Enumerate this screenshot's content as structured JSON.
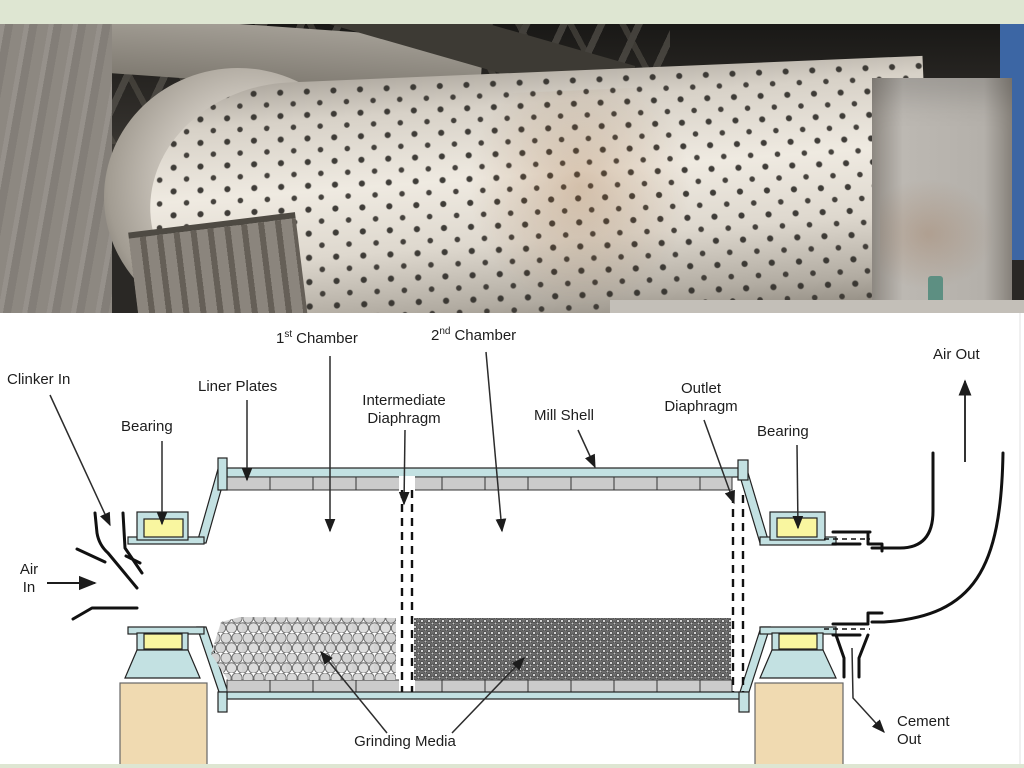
{
  "slide": {
    "type": "presentation-slide",
    "photo": {
      "name": "ball-mill-photograph"
    }
  },
  "colors": {
    "slide_bg": "#dee6d2",
    "diagram_bg": "#ffffff",
    "shell_blue": "#c3e1e2",
    "bearing_yellow": "#f9f6a0",
    "liner_gray": "#cbcbcb",
    "foundation_tan": "#f0dab1",
    "label_text": "#1d1d1d",
    "line_black": "#111111"
  },
  "labels": {
    "clinker_in": "Clinker In",
    "bearing_left": "Bearing",
    "liner_plates": "Liner Plates",
    "chamber1": {
      "num": "1",
      "sup": "st",
      "rest": "Chamber"
    },
    "intermediate_diaphragm": {
      "line1": "Intermediate",
      "line2": "Diaphragm"
    },
    "chamber2": {
      "num": "2",
      "sup": "nd",
      "rest": "Chamber"
    },
    "mill_shell": "Mill Shell",
    "outlet_diaphragm": {
      "line1": "Outlet",
      "line2": "Diaphragm"
    },
    "bearing_right": "Bearing",
    "air_out": "Air Out",
    "air_in": {
      "line1": "Air",
      "line2": "In"
    },
    "grinding_media": "Grinding Media",
    "cement_out": {
      "line1": "Cement",
      "line2": "Out"
    }
  }
}
